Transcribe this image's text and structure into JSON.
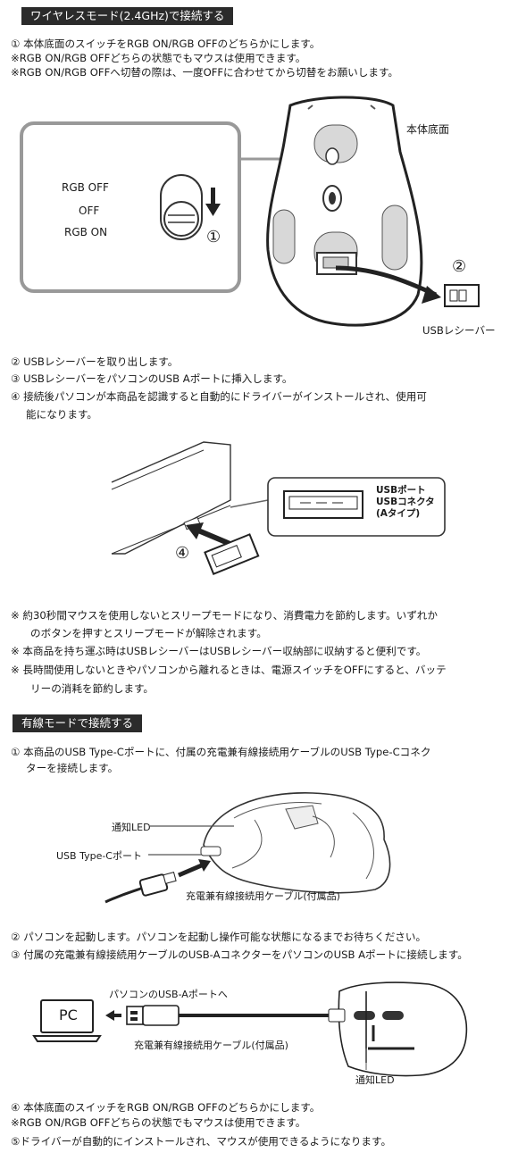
{
  "wireless": {
    "heading": "ワイヤレスモード(2.4GHz)で接続する",
    "step1": "① 本体底面のスイッチをRGB ON/RGB OFFのどちらかにします。",
    "note1": "※RGB ON/RGB OFFどちらの状態でもマウスは使用できます。",
    "note2": "※RGB ON/RGB OFFへ切替の際は、一度OFFに合わせてから切替をお願いします。",
    "switch_labels": [
      "RGB OFF",
      "OFF",
      "RGB ON"
    ],
    "circle_1": "①",
    "circle_2": "②",
    "bottom_label": "本体底面",
    "receiver_label": "USBレシーバー",
    "step2": "② USBレシーバーを取り出します。",
    "step3": "③ USBレシーバーをパソコンのUSB Aポートに挿入します。",
    "step4_line1": "④ 接続後パソコンが本商品を認識すると自動的にドライバーがインストールされ、使用可",
    "step4_line2": "能になります。",
    "usb_port_label": [
      "USBポート",
      "USBコネクタ",
      "(Aタイプ)"
    ],
    "circle_4": "④",
    "notes": [
      "※ 約30秒間マウスを使用しないとスリープモードになり、消費電力を節約します。いずれか",
      "のボタンを押すとスリープモードが解除されます。",
      "※ 本商品を持ち運ぶ時はUSBレシーバーはUSBレシーバー収納部に収納すると便利です。",
      "※ 長時間使用しないときやパソコンから離れるときは、電源スイッチをOFFにすると、バッテ",
      "リーの消耗を節約します。"
    ]
  },
  "wired": {
    "heading": "有線モードで接続する",
    "step1_line1": "① 本商品のUSB Type-Cポートに、付属の充電兼有線接続用ケーブルのUSB Type-Cコネク",
    "step1_line2": "ターを接続します。",
    "led_label": "通知LED",
    "typec_label": "USB Type-Cポート",
    "cable_label": "充電兼有線接続用ケーブル(付属品)",
    "step2": "② パソコンを起動します。パソコンを起動し操作可能な状態になるまでお待ちください。",
    "step3": "③ 付属の充電兼有線接続用ケーブルのUSB-AコネクターをパソコンのUSB Aポートに接続します。",
    "pc_port_label": "パソコンのUSB-Aポートへ",
    "pc_label": "PC",
    "cable_label2": "充電兼有線接続用ケーブル(付属品)",
    "led_label2": "通知LED",
    "step4": "④ 本体底面のスイッチをRGB ON/RGB OFFのどちらかにします。",
    "note4": "※RGB ON/RGB OFFどちらの状態でもマウスは使用できます。",
    "step5": "⑤ドライバーが自動的にインストールされ、マウスが使用できるようになります。"
  }
}
